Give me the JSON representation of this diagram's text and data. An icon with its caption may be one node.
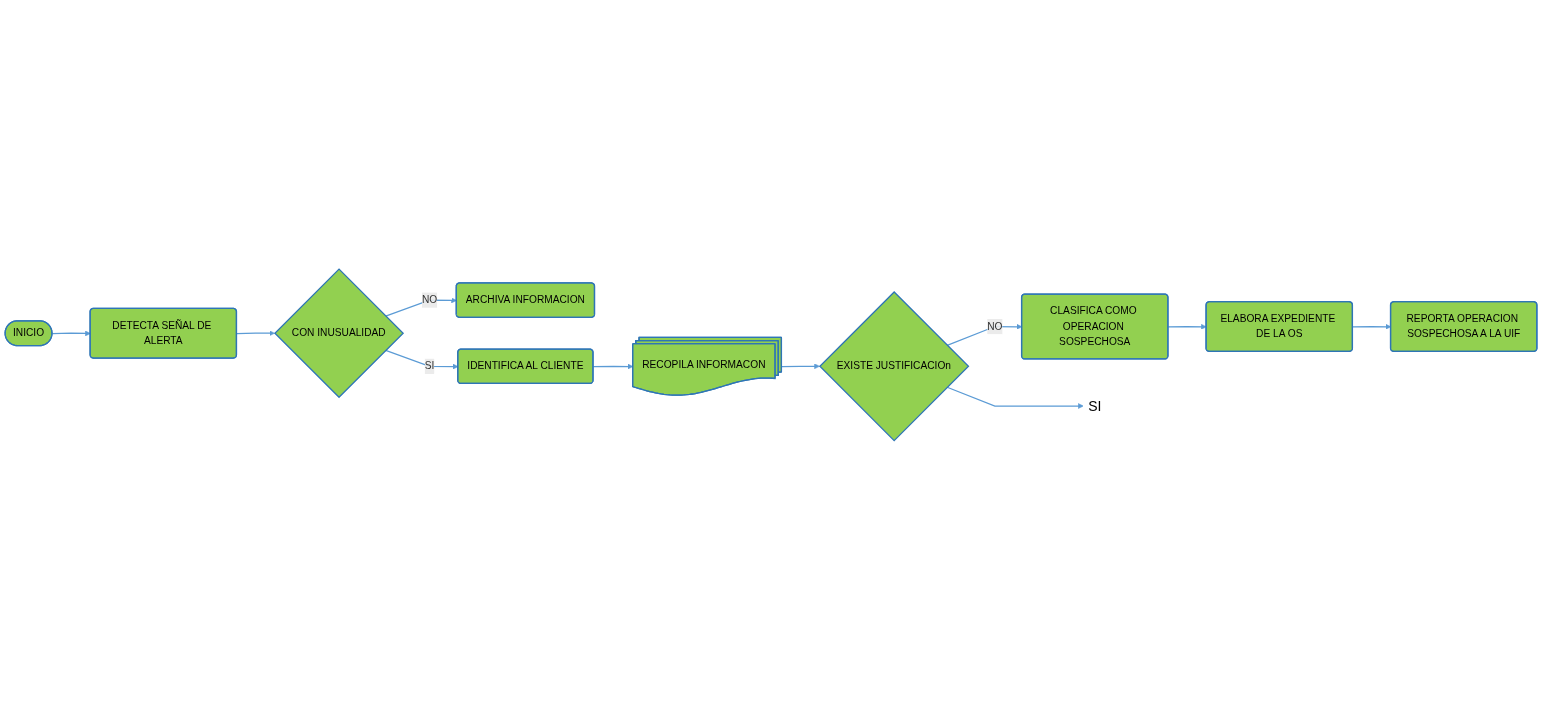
{
  "diagram": {
    "nodes": [
      {
        "text": [
          "INICIO"
        ]
      },
      {
        "text": [
          "DETECTA SEÑAL DE ALERTA"
        ]
      },
      {
        "text": [
          "CON INUSUALIDAD"
        ]
      },
      {
        "text": [
          "ARCHIVA INFORMACION"
        ]
      },
      {
        "text": [
          "IDENTIFICA AL CLIENTE"
        ]
      },
      {
        "text": [
          "RECOPILA INFORMACON"
        ]
      },
      {
        "text": [
          "EXISTE JUSTIFICACIOn"
        ]
      },
      {
        "text": [
          "CLASIFICA COMO OPERACION SOSPECHOSA"
        ]
      },
      {
        "text": [
          "ELABORA EXPEDIENTE DE LA OS"
        ]
      },
      {
        "text": [
          "REPORTA OPERACION SOSPECHOSA A LA UIF"
        ]
      },
      {
        "text": [
          "SI"
        ]
      }
    ],
    "edges": [
      {
        "from": 0,
        "to": 1,
        "arrow": "to"
      },
      {
        "from": 1,
        "to": 2,
        "arrow": "to"
      },
      {
        "from": 2,
        "to": 3,
        "label": "NO",
        "arrow": "to"
      },
      {
        "from": 2,
        "to": 4,
        "label": "SI",
        "arrow": "to"
      },
      {
        "from": 4,
        "to": 5,
        "arrow": "to"
      },
      {
        "from": 5,
        "to": 6,
        "arrow": "to"
      },
      {
        "from": 6,
        "to": 10,
        "arrow": "to"
      },
      {
        "from": 6,
        "to": 7,
        "label": "NO",
        "arrow": "to"
      },
      {
        "from": 7,
        "to": 8,
        "arrow": "to"
      },
      {
        "from": 8,
        "to": 9,
        "arrow": "to"
      }
    ]
  }
}
